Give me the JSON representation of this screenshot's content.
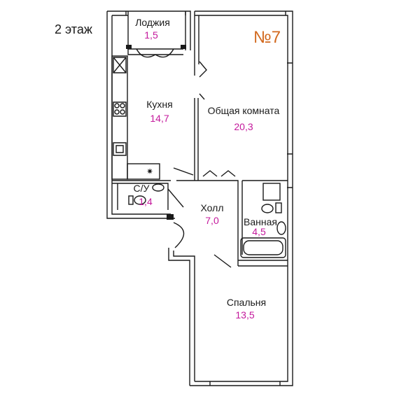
{
  "floor_label": "2 этаж",
  "apartment_label": "№7",
  "colors": {
    "area_text": "#c4189c",
    "apartment_number": "#d2691e",
    "walls": "#1a1a1a",
    "wall_fill": "#dcdcdc"
  },
  "rooms": [
    {
      "key": "loggia",
      "name": "Лоджия",
      "area": "1,5"
    },
    {
      "key": "kitchen",
      "name": "Кухня",
      "area": "14,7"
    },
    {
      "key": "living",
      "name": "Общая комната",
      "area": "20,3"
    },
    {
      "key": "wc",
      "name": "С/У",
      "area": "1,4"
    },
    {
      "key": "hall",
      "name": "Холл",
      "area": "7,0"
    },
    {
      "key": "bath",
      "name": "Ванная",
      "area": "4,5"
    },
    {
      "key": "bedroom",
      "name": "Спальня",
      "area": "13,5"
    }
  ],
  "icons": {
    "stove": "stove-icon",
    "sink": "sink-icon",
    "toilet": "toilet-icon",
    "bathtub": "bathtub-icon",
    "washbasin": "washbasin-icon"
  }
}
